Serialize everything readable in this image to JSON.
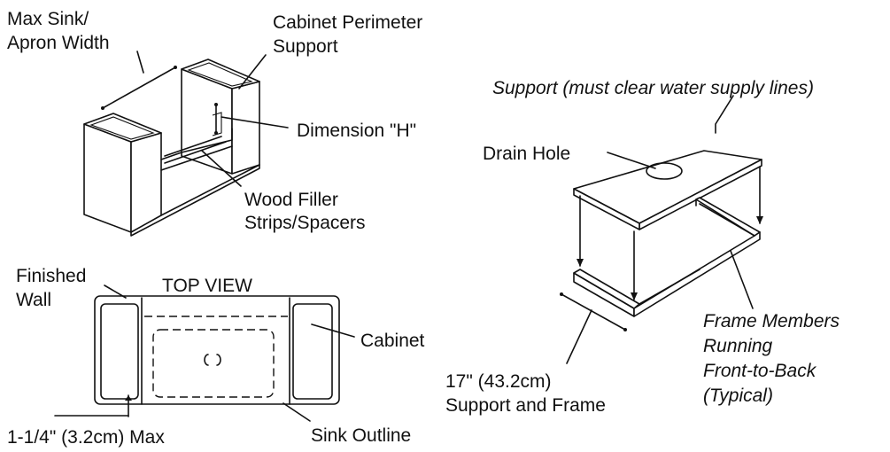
{
  "labels": {
    "max_sink_1": "Max Sink/",
    "max_sink_2": "Apron Width",
    "cabinet_perimeter_1": "Cabinet Perimeter",
    "cabinet_perimeter_2": "Support",
    "dimension_h": "Dimension \"H\"",
    "wood_filler_1": "Wood Filler",
    "wood_filler_2": "Strips/Spacers",
    "finished_wall_1": "Finished",
    "finished_wall_2": "Wall",
    "top_view": "TOP VIEW",
    "cabinet": "Cabinet",
    "max_clearance": "1-1/4\" (3.2cm) Max",
    "sink_outline": "Sink Outline",
    "support_clear": "Support (must clear water supply lines)",
    "drain_hole": "Drain Hole",
    "frame_1": "Frame Members",
    "frame_2": "Running",
    "frame_3": "Front-to-Back",
    "frame_4": "(Typical)",
    "dim_17_1": "17\" (43.2cm)",
    "dim_17_2": "Support and Frame"
  },
  "colors": {
    "line": "#111111",
    "background": "#ffffff"
  }
}
